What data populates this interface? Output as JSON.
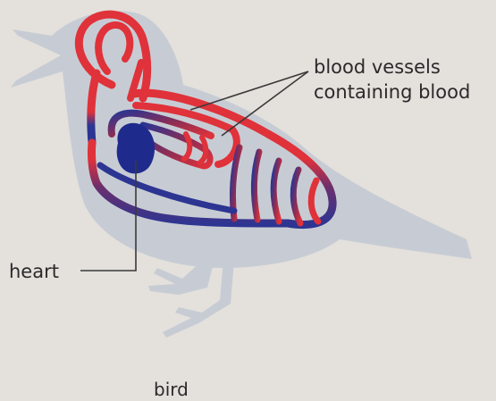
{
  "labels": {
    "vessels_line1": "blood vessels",
    "vessels_line2": "containing blood",
    "heart": "heart",
    "caption": "bird"
  },
  "colors": {
    "background": "#e4e0dc",
    "silhouette": "#c7ccd4",
    "artery": "#e0323a",
    "vein": "#2c3592",
    "heart": "#1f2b8c",
    "leader_line": "#3a3a3a"
  }
}
